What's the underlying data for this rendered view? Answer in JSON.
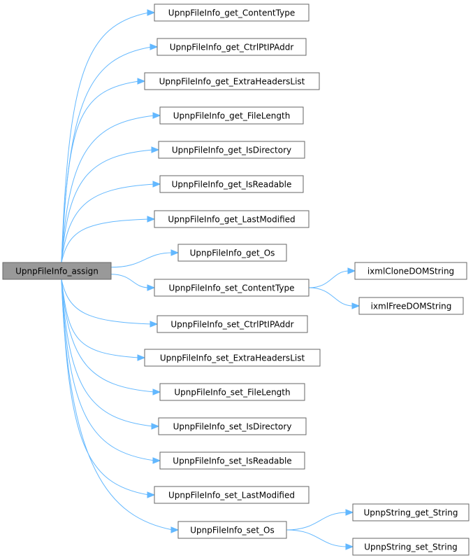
{
  "colors": {
    "edge": "#63b8ff",
    "root_fill": "#999999",
    "node_border": "#666666",
    "node_fill": "#ffffff"
  },
  "root": {
    "id": "assign",
    "label": "UpnpFileInfo_assign"
  },
  "nodes": [
    {
      "id": "get_ContentType",
      "label": "UpnpFileInfo_get_ContentType"
    },
    {
      "id": "get_CtrlPtIPAddr",
      "label": "UpnpFileInfo_get_CtrlPtIPAddr"
    },
    {
      "id": "get_ExtraHeadersList",
      "label": "UpnpFileInfo_get_ExtraHeadersList"
    },
    {
      "id": "get_FileLength",
      "label": "UpnpFileInfo_get_FileLength"
    },
    {
      "id": "get_IsDirectory",
      "label": "UpnpFileInfo_get_IsDirectory"
    },
    {
      "id": "get_IsReadable",
      "label": "UpnpFileInfo_get_IsReadable"
    },
    {
      "id": "get_LastModified",
      "label": "UpnpFileInfo_get_LastModified"
    },
    {
      "id": "get_Os",
      "label": "UpnpFileInfo_get_Os"
    },
    {
      "id": "set_ContentType",
      "label": "UpnpFileInfo_set_ContentType"
    },
    {
      "id": "set_CtrlPtIPAddr",
      "label": "UpnpFileInfo_set_CtrlPtIPAddr"
    },
    {
      "id": "set_ExtraHeadersList",
      "label": "UpnpFileInfo_set_ExtraHeadersList"
    },
    {
      "id": "set_FileLength",
      "label": "UpnpFileInfo_set_FileLength"
    },
    {
      "id": "set_IsDirectory",
      "label": "UpnpFileInfo_set_IsDirectory"
    },
    {
      "id": "set_IsReadable",
      "label": "UpnpFileInfo_set_IsReadable"
    },
    {
      "id": "set_LastModified",
      "label": "UpnpFileInfo_set_LastModified"
    },
    {
      "id": "set_Os",
      "label": "UpnpFileInfo_set_Os"
    },
    {
      "id": "ixmlCloneDOMString",
      "label": "ixmlCloneDOMString"
    },
    {
      "id": "ixmlFreeDOMString",
      "label": "ixmlFreeDOMString"
    },
    {
      "id": "UpnpString_get_String",
      "label": "UpnpString_get_String"
    },
    {
      "id": "UpnpString_set_String",
      "label": "UpnpString_set_String"
    }
  ],
  "edges": [
    [
      "assign",
      "get_ContentType"
    ],
    [
      "assign",
      "get_CtrlPtIPAddr"
    ],
    [
      "assign",
      "get_ExtraHeadersList"
    ],
    [
      "assign",
      "get_FileLength"
    ],
    [
      "assign",
      "get_IsDirectory"
    ],
    [
      "assign",
      "get_IsReadable"
    ],
    [
      "assign",
      "get_LastModified"
    ],
    [
      "assign",
      "get_Os"
    ],
    [
      "assign",
      "set_ContentType"
    ],
    [
      "assign",
      "set_CtrlPtIPAddr"
    ],
    [
      "assign",
      "set_ExtraHeadersList"
    ],
    [
      "assign",
      "set_FileLength"
    ],
    [
      "assign",
      "set_IsDirectory"
    ],
    [
      "assign",
      "set_IsReadable"
    ],
    [
      "assign",
      "set_LastModified"
    ],
    [
      "assign",
      "set_Os"
    ],
    [
      "set_ContentType",
      "ixmlCloneDOMString"
    ],
    [
      "set_ContentType",
      "ixmlFreeDOMString"
    ],
    [
      "set_Os",
      "UpnpString_get_String"
    ],
    [
      "set_Os",
      "UpnpString_set_String"
    ]
  ]
}
